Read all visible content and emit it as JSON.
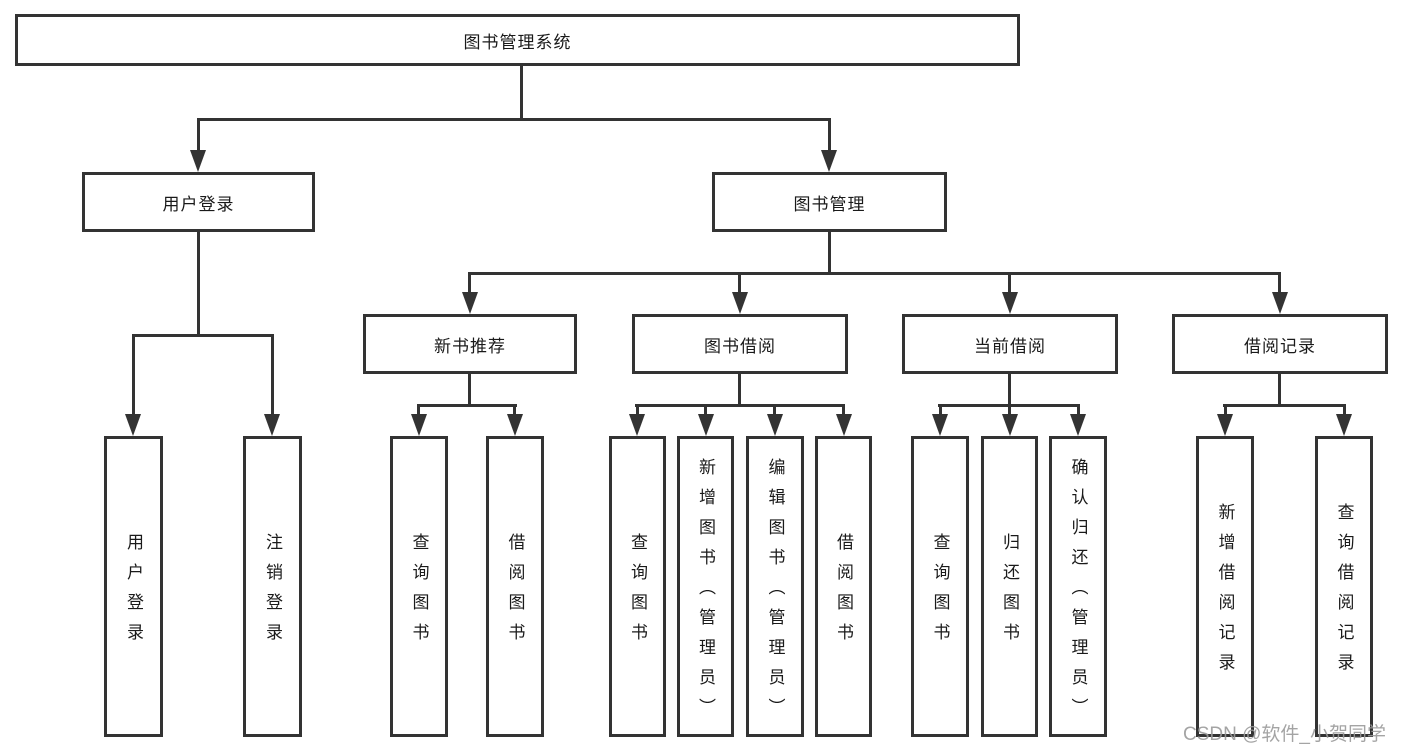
{
  "diagram": {
    "tree": {
      "root": {
        "label": "图书管理系统"
      },
      "branches": [
        {
          "label": "用户登录",
          "children": [
            {
              "label": "用户登录"
            },
            {
              "label": "注销登录"
            }
          ]
        },
        {
          "label": "图书管理",
          "children": [
            {
              "label": "新书推荐",
              "children": [
                {
                  "label": "查询图书"
                },
                {
                  "label": "借阅图书"
                }
              ]
            },
            {
              "label": "图书借阅",
              "children": [
                {
                  "label": "查询图书"
                },
                {
                  "label": "新增图书（管理员）"
                },
                {
                  "label": "编辑图书（管理员）"
                },
                {
                  "label": "借阅图书"
                }
              ]
            },
            {
              "label": "当前借阅",
              "children": [
                {
                  "label": "查询图书"
                },
                {
                  "label": "归还图书"
                },
                {
                  "label": "确认归还（管理员）"
                }
              ]
            },
            {
              "label": "借阅记录",
              "children": [
                {
                  "label": "新增借阅记录"
                },
                {
                  "label": "查询借阅记录"
                }
              ]
            }
          ]
        }
      ]
    },
    "watermark": {
      "text": "CSDN @软件_小贺同学"
    },
    "colors": {
      "line": "#333333",
      "text": "#1a1a1a",
      "watermark": "#9b9b9b",
      "background": "#ffffff"
    }
  }
}
